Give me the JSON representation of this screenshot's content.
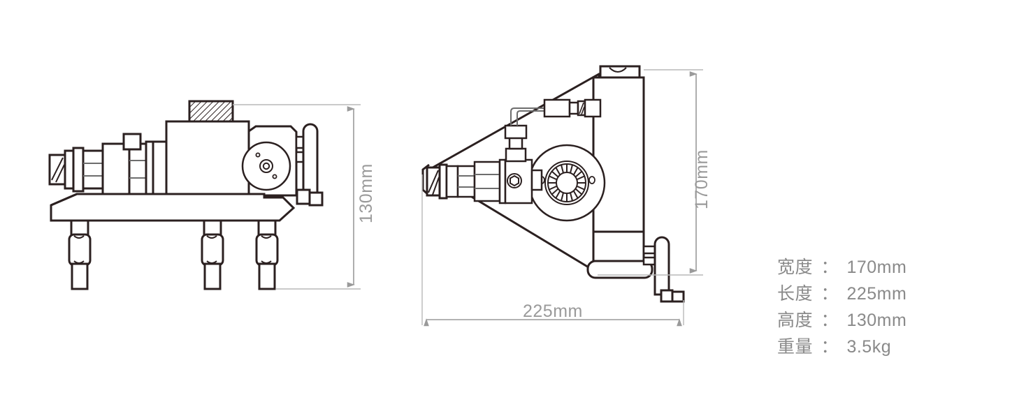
{
  "document": {
    "type": "product-dimension-drawing",
    "background_color": "#ffffff",
    "line_color": "#2b2020",
    "thin_line_color": "#8d8d8d",
    "dimension_color": "#9a9a9a"
  },
  "views": {
    "side_view": {
      "name": "side-elevation-view",
      "description": "side elevation of machine showing nozzle assembly, body block, rotary flange and three adjustable legs"
    },
    "front_view": {
      "name": "front-elevation-view",
      "description": "front elevation showing triangular frame, impeller hub, tubing and crank handle"
    }
  },
  "dimensions": {
    "height": {
      "label": "130mm",
      "orientation": "vertical",
      "view": "side-elevation-view"
    },
    "width": {
      "label": "170mm",
      "orientation": "vertical",
      "view": "front-elevation-view"
    },
    "length": {
      "label": "225mm",
      "orientation": "horizontal",
      "view": "front-elevation-view"
    }
  },
  "specifications": {
    "separator": "：",
    "items": [
      {
        "label": "宽度",
        "value": "170mm"
      },
      {
        "label": "长度",
        "value": "225mm"
      },
      {
        "label": "高度",
        "value": "130mm"
      },
      {
        "label": "重量",
        "value": "3.5kg"
      }
    ]
  }
}
